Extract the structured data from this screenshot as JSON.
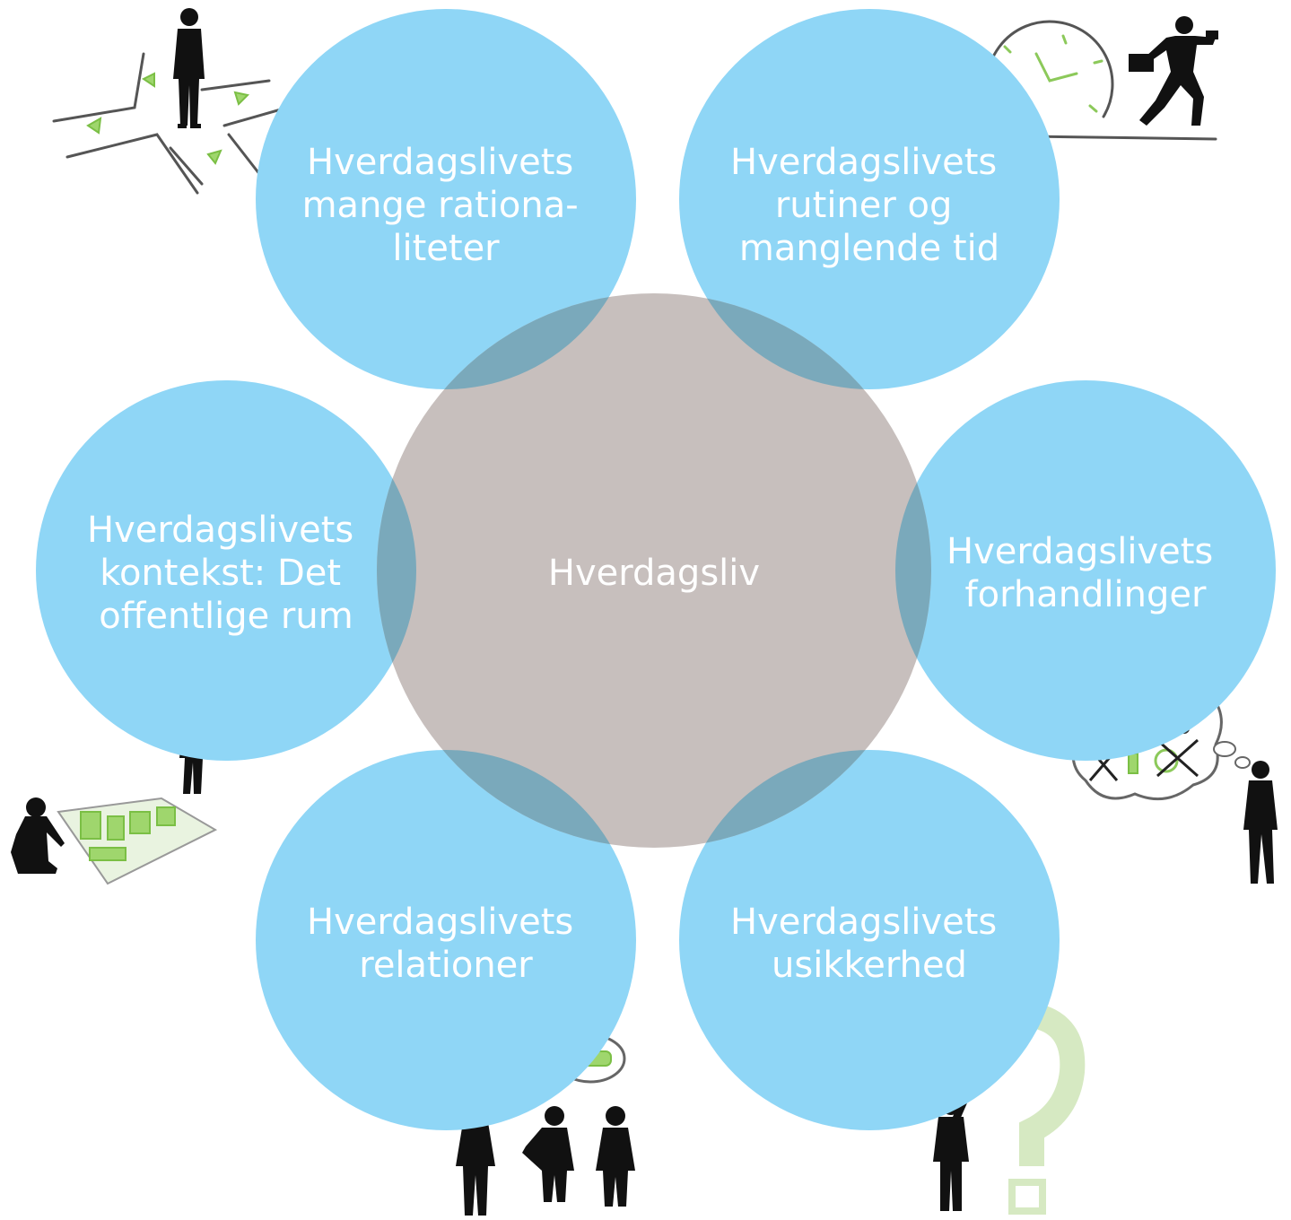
{
  "center": {
    "label": "Hverdagsliv"
  },
  "bubbles": [
    {
      "id": "rationaliteter",
      "lines": [
        "Hverdagslivets",
        "mange rationa-",
        "liteter"
      ]
    },
    {
      "id": "rutiner",
      "lines": [
        "Hverdagslivets",
        "rutiner og",
        "manglende tid"
      ]
    },
    {
      "id": "kontekst",
      "lines": [
        "Hverdagslivets",
        "kontekst: Det",
        "offentlige rum"
      ]
    },
    {
      "id": "forhandlinger",
      "lines": [
        "Hverdagslivets",
        "forhandlinger"
      ]
    },
    {
      "id": "relationer",
      "lines": [
        "Hverdagslivets",
        "relationer"
      ]
    },
    {
      "id": "usikkerhed",
      "lines": [
        "Hverdagslivets",
        "usikkerhed"
      ]
    }
  ],
  "colors": {
    "bubble": "#8fd6f6",
    "center": "#c7bfbd",
    "overlap": "#7aa9bb",
    "text": "#ffffff"
  },
  "icons": {
    "top-left": "crossroads-person-icon",
    "top-right": "clock-running-man-icon",
    "middle-left": "map-people-icon",
    "middle-right": "thought-cloud-transport-icon",
    "bottom-left": "talking-people-icon",
    "bottom-right": "question-mark-person-icon"
  }
}
